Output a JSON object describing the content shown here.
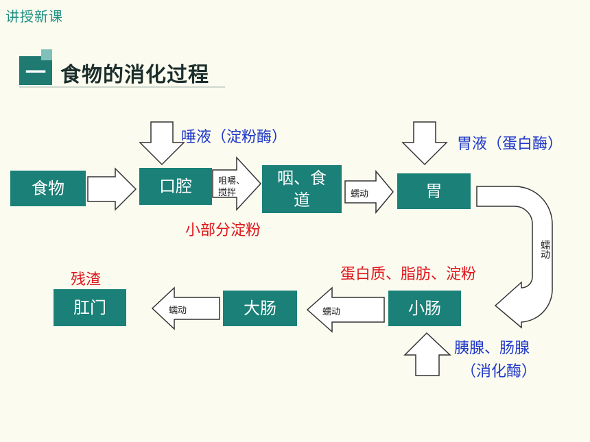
{
  "header": {
    "section_label": "讲授新课"
  },
  "title": {
    "number": "一",
    "text": "食物的消化过程"
  },
  "nodes": {
    "food": "食物",
    "mouth": "口腔",
    "pharynx_line1": "咽、食",
    "pharynx_line2": "道",
    "stomach": "胃",
    "small_intestine": "小肠",
    "large_intestine": "大肠",
    "anus": "肛门"
  },
  "annotations": {
    "saliva": "唾液（淀粉酶）",
    "gastric_juice": "胃液（蛋白酶）",
    "starch_part": "小部分淀粉",
    "nutrients": "蛋白质、脂肪、淀粉",
    "pancreas_line1": "胰腺、肠腺",
    "pancreas_line2": "（消化酶）",
    "residue": "残渣"
  },
  "arrow_labels": {
    "chew_line1": "咀嚼、",
    "chew_line2": "搅拌",
    "peristalsis_1": "蠕动",
    "peristalsis_2": "蠕动",
    "peristalsis_3": "蠕动",
    "peristalsis_4": "蠕动"
  },
  "colors": {
    "box": "#1a8078",
    "enzyme_text": "#1f37c9",
    "highlight_text": "#e0161c",
    "background": "#fbfcef"
  }
}
